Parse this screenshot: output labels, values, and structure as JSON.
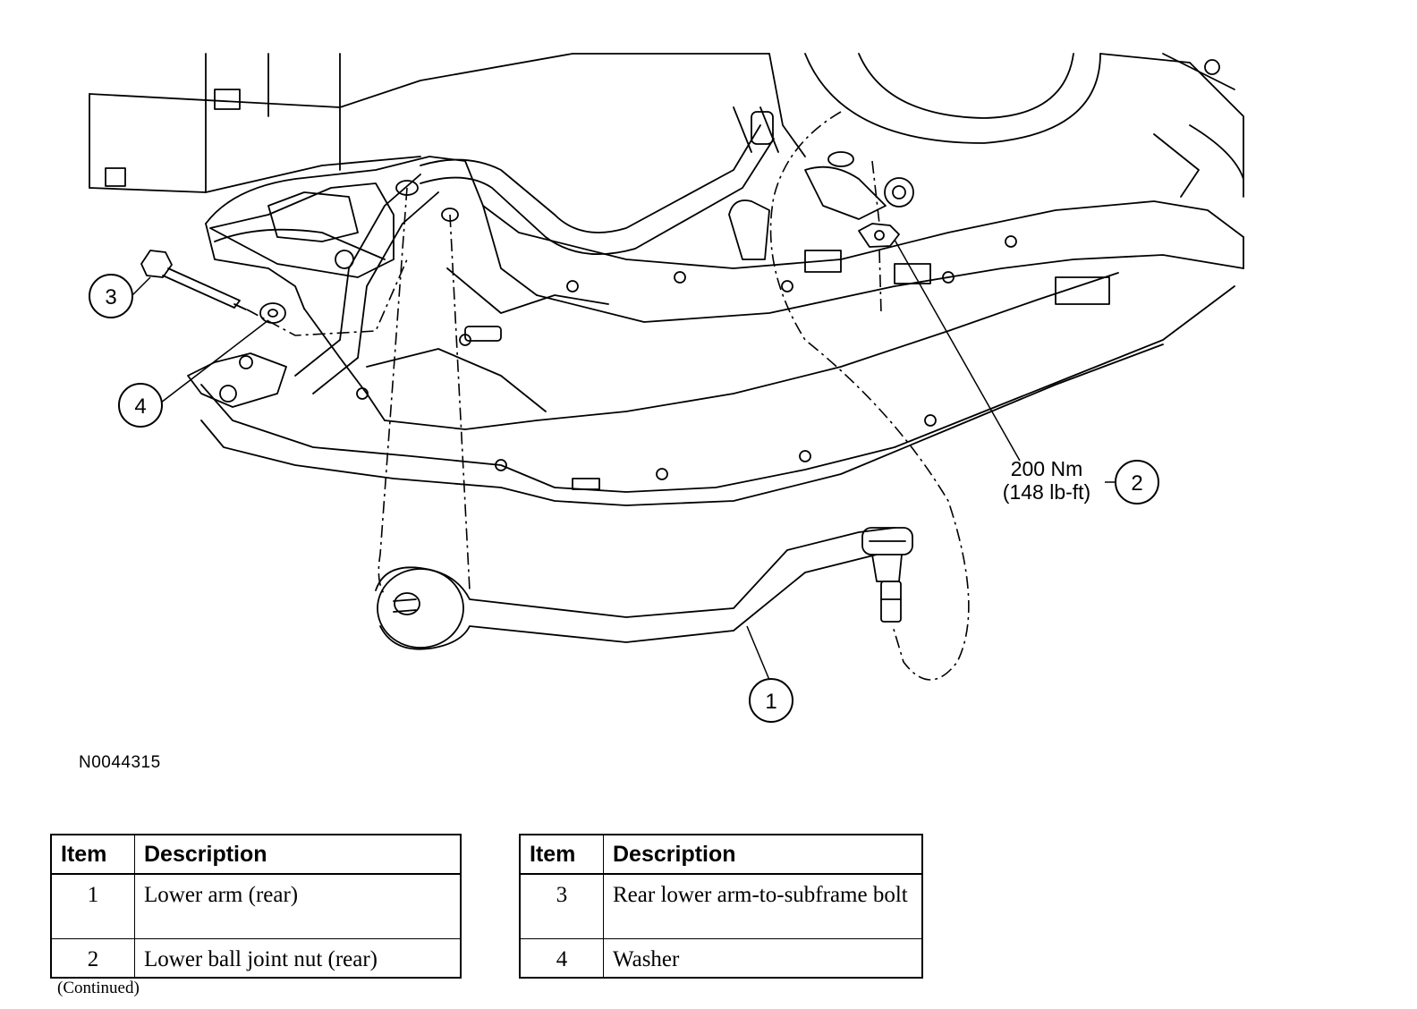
{
  "figure_id": "N0044315",
  "callouts": [
    "1",
    "2",
    "3",
    "4"
  ],
  "torque": {
    "line1": "200 Nm",
    "line2": "(148 lb-ft)"
  },
  "tables": [
    {
      "headers": {
        "item": "Item",
        "description": "Description"
      },
      "rows": [
        {
          "item": "1",
          "description": "Lower arm (rear)"
        },
        {
          "item": "2",
          "description": "Lower ball joint nut (rear)"
        }
      ]
    },
    {
      "headers": {
        "item": "Item",
        "description": "Description"
      },
      "rows": [
        {
          "item": "3",
          "description": "Rear lower arm-to-subframe bolt"
        },
        {
          "item": "4",
          "description": "Washer"
        }
      ]
    }
  ],
  "continued": "(Continued)"
}
